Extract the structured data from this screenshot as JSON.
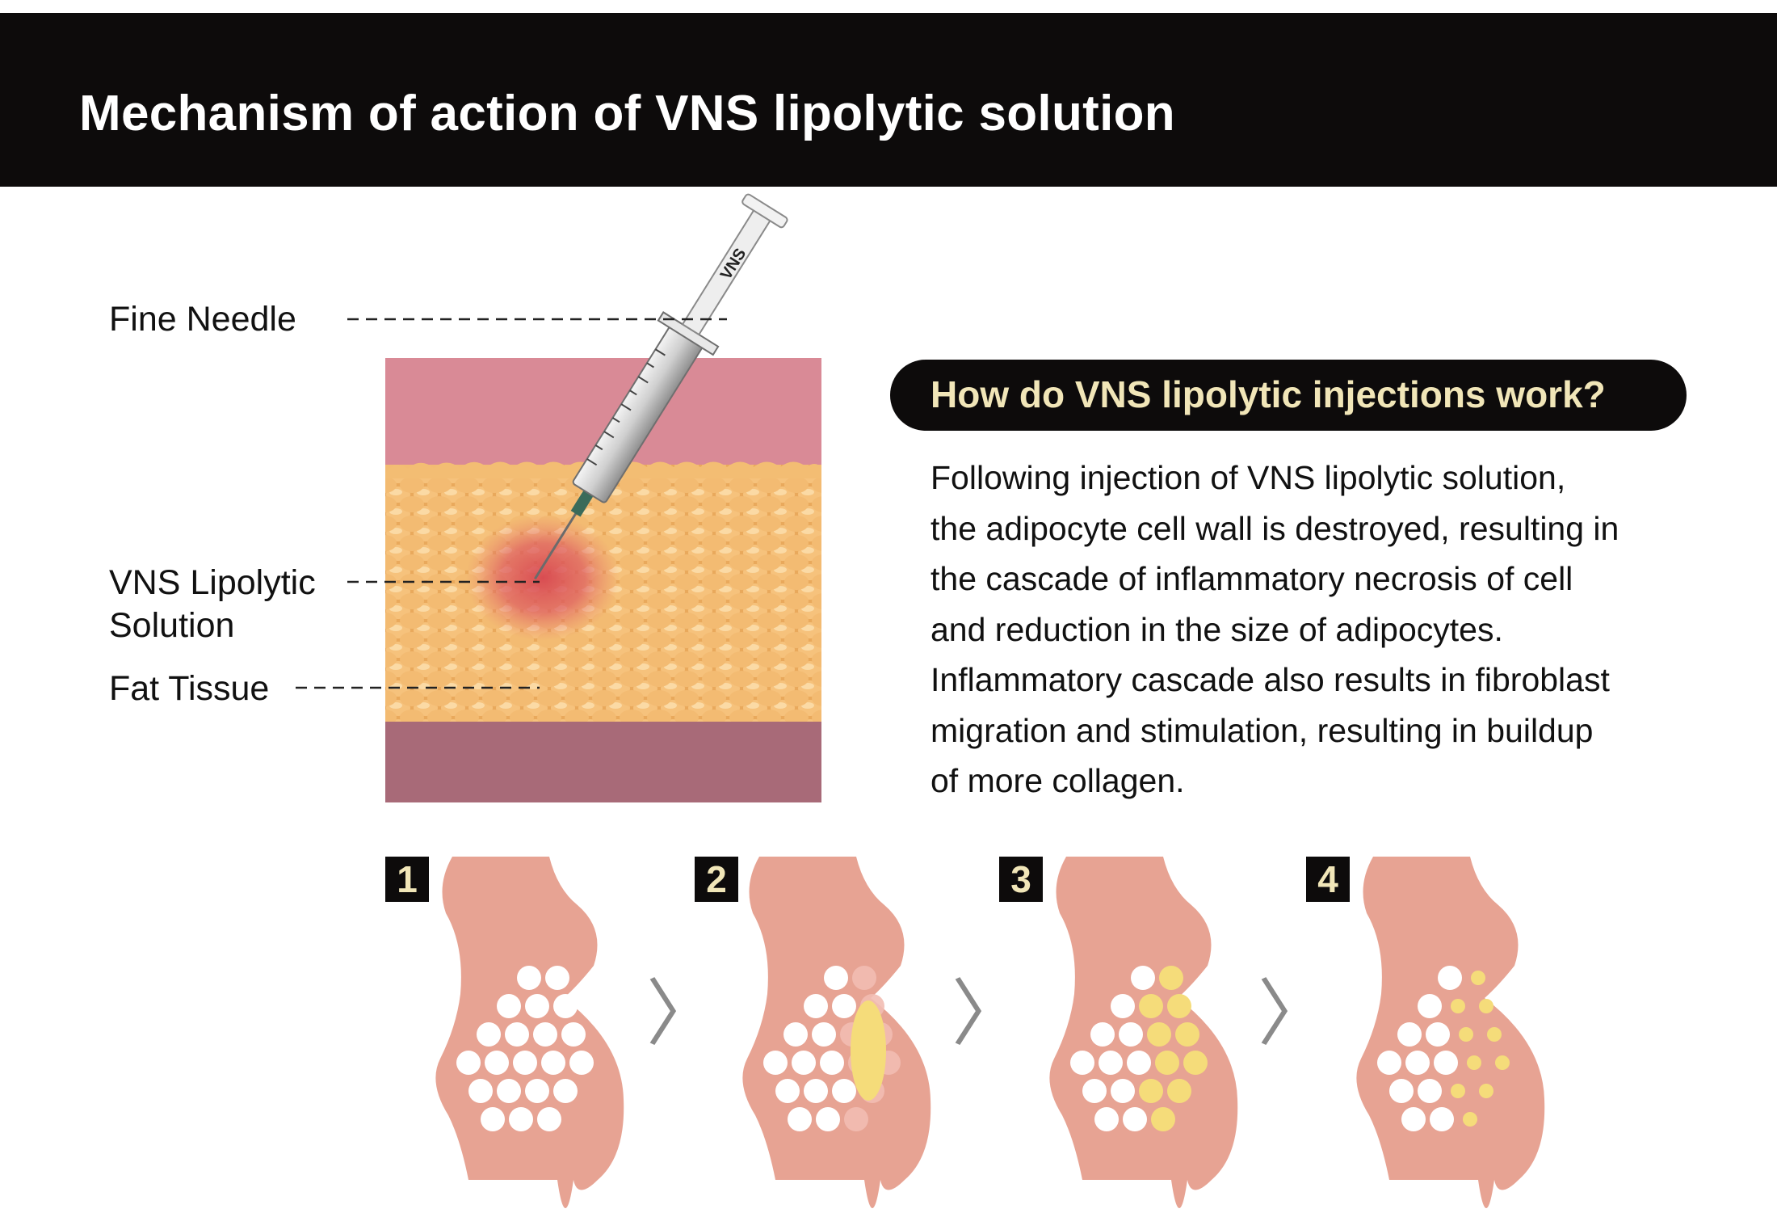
{
  "title": "Mechanism of action of VNS lipolytic solution",
  "labels": {
    "fine_needle": "Fine Needle",
    "solution_line1": "VNS Lipolytic",
    "solution_line2": "Solution",
    "fat_tissue": "Fat Tissue"
  },
  "syringe_label": "VNS",
  "info": {
    "heading": "How do VNS lipolytic injections work?",
    "lines": [
      "Following injection of VNS lipolytic solution,",
      "the adipocyte cell wall is destroyed, resulting in",
      "the cascade of inflammatory necrosis of cell",
      "and reduction in the size of adipocytes.",
      "Inflammatory cascade also results in fibroblast",
      "migration and stimulation, resulting in buildup",
      "of more collagen."
    ]
  },
  "steps": [
    {
      "number": "1"
    },
    {
      "number": "2"
    },
    {
      "number": "3"
    },
    {
      "number": "4"
    }
  ],
  "arrow_glyph": "〉",
  "colors": {
    "header_bg": "#0d0b0b",
    "accent_text": "#f1e6b8",
    "skin_top": "#d98a96",
    "skin_bottom": "#a86a78",
    "fat": "#f0b66b",
    "body": "#e7a393",
    "fat_cell": "#ffffff",
    "dissolved_cell": "#f5dc7a"
  }
}
